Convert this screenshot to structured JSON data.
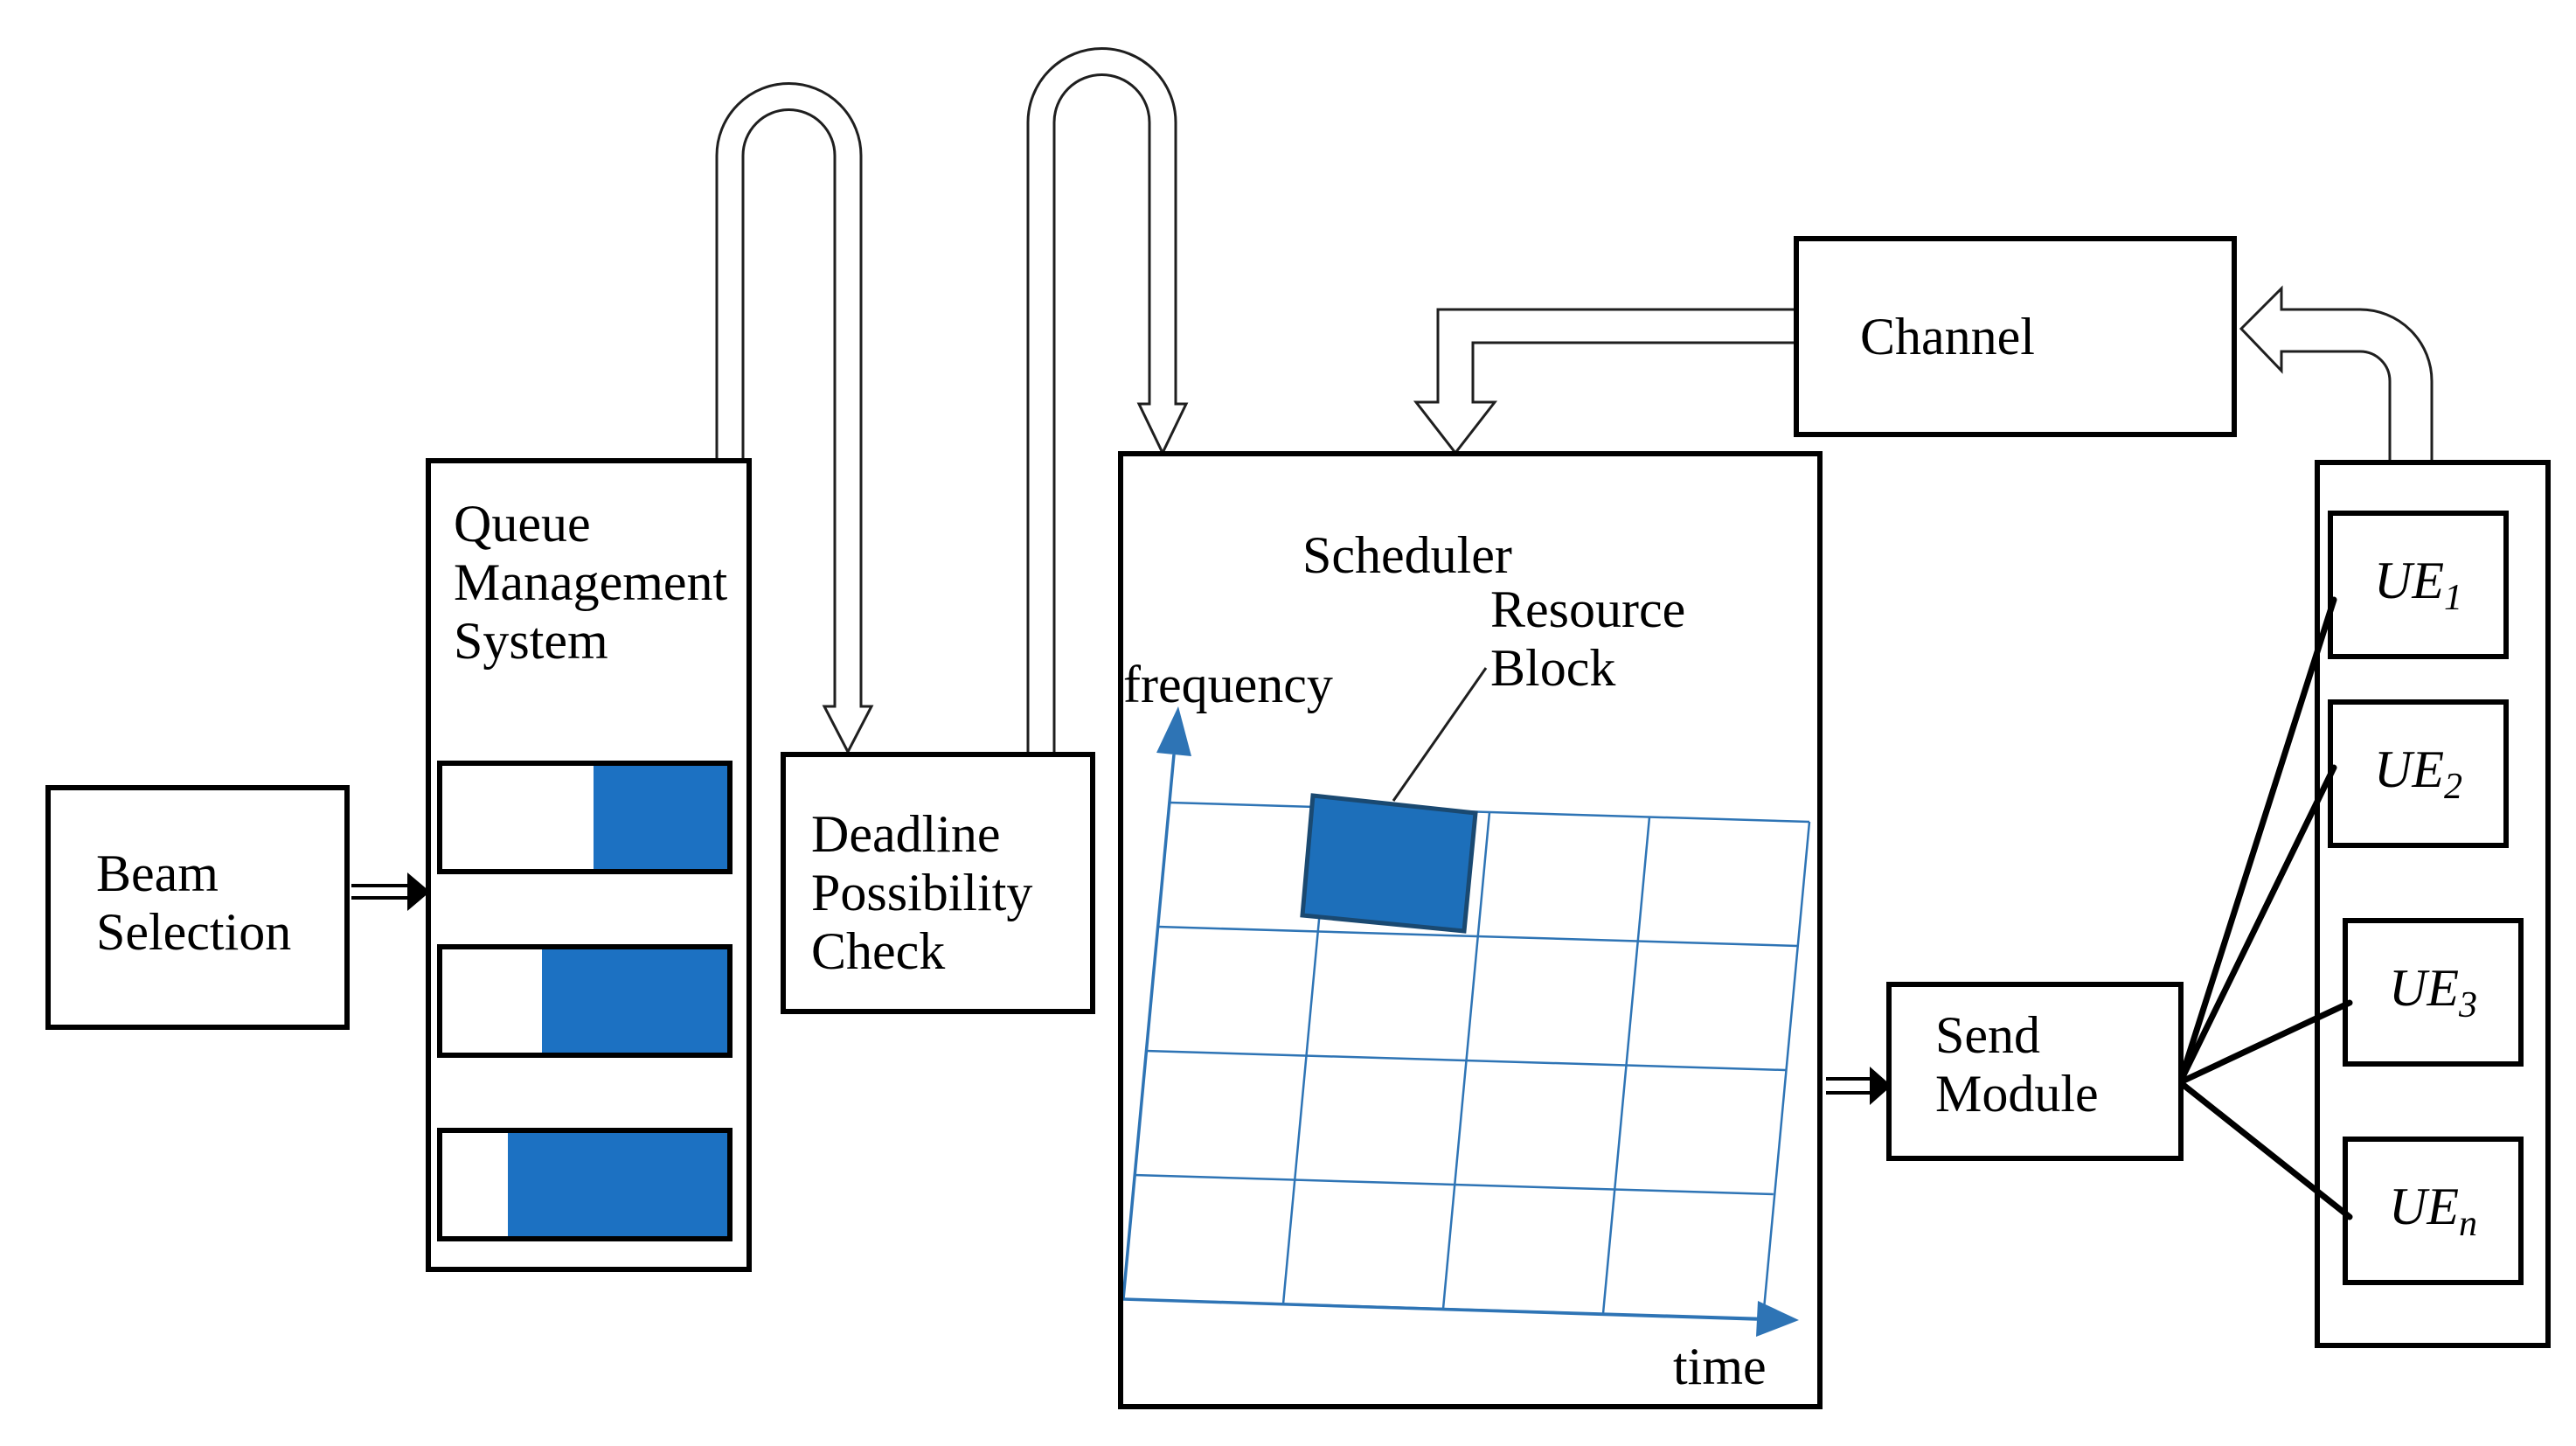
{
  "colors": {
    "bar_blue": "#1C71C2",
    "grid_blue": "#2E74B5",
    "resource_block_fill": "#1D6FBA",
    "resource_block_stroke": "#1A4971",
    "outline_black": "#000000"
  },
  "beam_selection": {
    "label": "Beam\nSelection"
  },
  "queue_management": {
    "label": "Queue\nManagement\nSystem",
    "bars": [
      {
        "fill_percent": 47,
        "fill_side": "right"
      },
      {
        "fill_percent": 65,
        "fill_side": "right"
      },
      {
        "fill_percent": 77,
        "fill_side": "right"
      }
    ]
  },
  "deadline_check": {
    "label": "Deadline\nPossibility\nCheck"
  },
  "scheduler": {
    "title": "Scheduler",
    "resource_block_label": "Resource\nBlock",
    "axis_y_label": "frequency",
    "axis_x_label": "time",
    "grid": {
      "columns": 4,
      "rows": 4
    }
  },
  "channel": {
    "label": "Channel"
  },
  "send_module": {
    "label": "Send\nModule"
  },
  "ue_group": {
    "items": [
      {
        "base": "UE",
        "sub": "1"
      },
      {
        "base": "UE",
        "sub": "2"
      },
      {
        "base": "UE",
        "sub": "3"
      },
      {
        "base": "UE",
        "sub": "n"
      }
    ]
  }
}
